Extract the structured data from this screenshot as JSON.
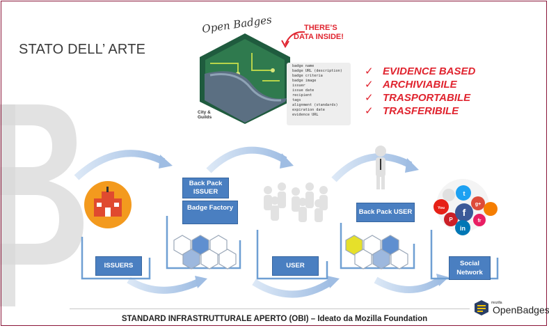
{
  "slide": {
    "title": "STATO DELL’ ARTE",
    "badge_image": {
      "title": "Open Badges",
      "callout": [
        "THERE’S",
        "DATA INSIDE!"
      ],
      "metadata_list": [
        "badge name",
        "badge URL (description)",
        "badge criteria",
        "badge image",
        "issuer",
        "issue date",
        "recipient",
        "tags",
        "alignment (standards)",
        "expiration date",
        "evidence URL"
      ],
      "city_guilds": [
        "City &",
        "Guilds"
      ]
    },
    "properties": [
      "EVIDENCE BASED",
      "ARCHIVIABILE",
      "TRASPORTABILE",
      "TRASFERIBILE"
    ],
    "flow": {
      "issuers_label": "ISSUERS",
      "backpack_issuer_label": "Back Pack ISSUER",
      "badge_factory_label": "Badge Factory",
      "user_label": "USER",
      "backpack_user_label": "Back Pack USER",
      "social_network_label": "Social Network"
    },
    "social_icons": [
      "YouTube",
      "Twitter",
      "Google+",
      "Flickr",
      "Pinterest",
      "Facebook",
      "LinkedIn",
      "Blogger",
      "fr"
    ],
    "footer": "STANDARD INFRASTRUTTURALE APERTO (OBI) – Ideato da Mozilla Foundation",
    "logo": {
      "small": "mozilla",
      "main": "OpenBadges"
    },
    "colors": {
      "accent_red": "#e0242f",
      "box_blue": "#4a7fc1",
      "frame": "#8a1538",
      "flow_arrow": "#a8c4e6",
      "hex_blue": "#5f8fd0",
      "hex_yellow": "#e6e02a"
    }
  }
}
